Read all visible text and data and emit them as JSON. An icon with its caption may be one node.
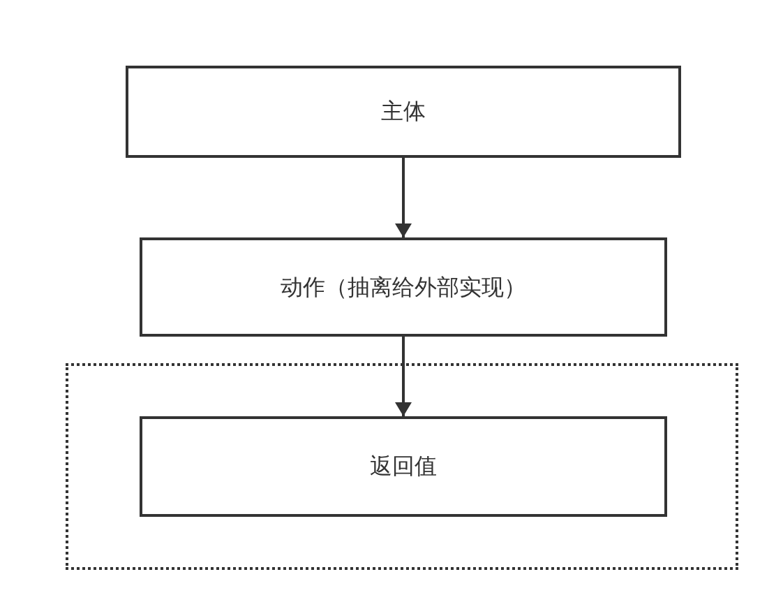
{
  "diagram": {
    "nodes": [
      {
        "text": [
          "主体"
        ]
      },
      {
        "text": [
          "动作（抽离给外部实现）"
        ]
      },
      {
        "text": [],
        "shape": "box"
      },
      {
        "text": [
          "返回值"
        ],
        "in": 2
      }
    ],
    "edges": [
      {
        "from": 0,
        "to": 1,
        "arrow": "to"
      },
      {
        "from": 1,
        "to": 3,
        "arrow": "to"
      }
    ]
  }
}
